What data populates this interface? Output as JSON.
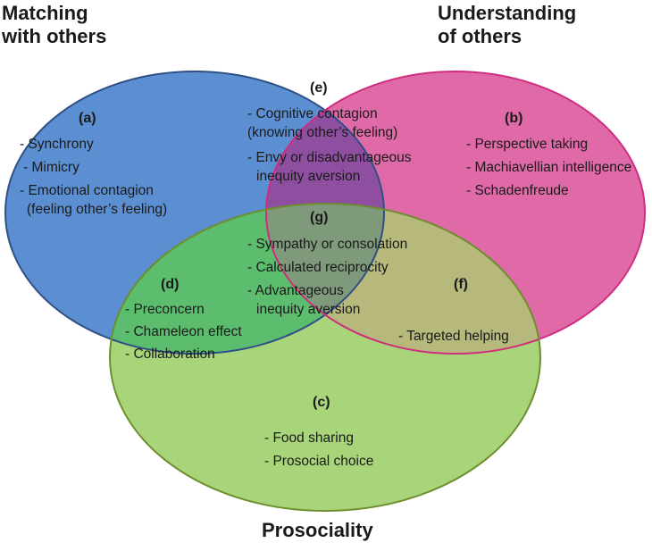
{
  "colors": {
    "blue_circle": "#5b8fd1",
    "pink_circle": "#e06aa8",
    "green_circle": "#a8d47a",
    "blue_pink_overlap": "#8e4fa0",
    "blue_green_overlap": "#5cbd6e",
    "pink_green_overlap": "#b7b87c",
    "center_overlap": "#7f9a7a",
    "blue_stroke": "#2f4f86",
    "pink_stroke": "#cf2d7f",
    "green_stroke": "#6c8f2c"
  },
  "titles": {
    "matching_line1": "Matching",
    "matching_line2": "with others",
    "understanding_line1": "Understanding",
    "understanding_line2": "of others",
    "prosociality": "Prosociality"
  },
  "regions": {
    "a": {
      "tag": "(a)",
      "items": [
        "- Synchrony",
        "- Mimicry",
        "- Emotional contagion",
        "(feeling other’s feeling)"
      ]
    },
    "b": {
      "tag": "(b)",
      "items": [
        "- Perspective taking",
        "- Machiavellian intelligence",
        "- Schadenfreude"
      ]
    },
    "c": {
      "tag": "(c)",
      "items": [
        "- Food sharing",
        "- Prosocial choice"
      ]
    },
    "d": {
      "tag": "(d)",
      "items": [
        "- Preconcern",
        "- Chameleon effect",
        "- Collaboration"
      ]
    },
    "e": {
      "tag": "(e)",
      "items": [
        "- Cognitive contagion",
        "(knowing other’s feeling)",
        "- Envy or disadvantageous",
        "inequity aversion"
      ]
    },
    "f": {
      "tag": "(f)",
      "items": [
        "- Targeted helping"
      ]
    },
    "g": {
      "tag": "(g)",
      "items": [
        "- Sympathy or consolation",
        "- Calculated reciprocity",
        "- Advantageous",
        "inequity aversion"
      ]
    }
  }
}
